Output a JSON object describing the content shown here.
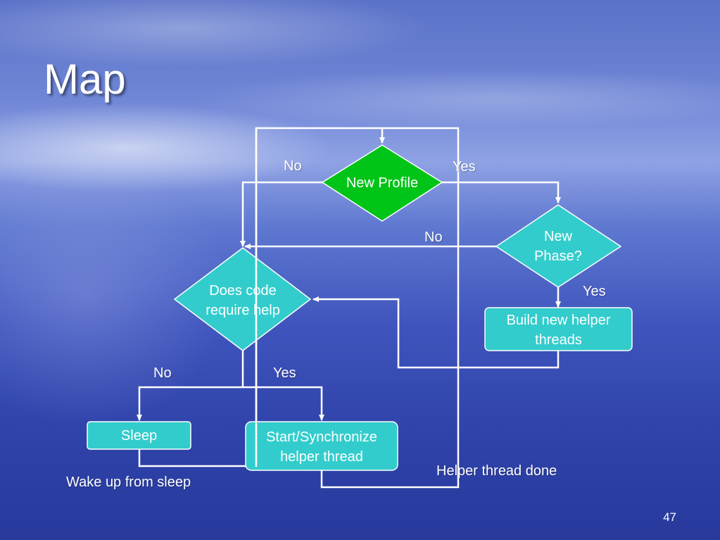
{
  "slide": {
    "title": "Map",
    "number": "47"
  },
  "nodes": {
    "new_profile": "New Profile",
    "new_phase": "New Phase?",
    "does_code": "Does code require help",
    "build_threads": "Build new helper threads",
    "sleep": "Sleep",
    "start_sync": "Start/Synchronize helper thread"
  },
  "edges": {
    "profile_no": "No",
    "profile_yes": "Yes",
    "phase_no": "No",
    "phase_yes": "Yes",
    "code_no": "No",
    "code_yes": "Yes",
    "helper_done": "Helper thread done",
    "wake_up": "Wake up from sleep"
  },
  "colors": {
    "profile_fill": "#00c418",
    "node_fill": "#33cccc",
    "line": "#ffffff"
  }
}
